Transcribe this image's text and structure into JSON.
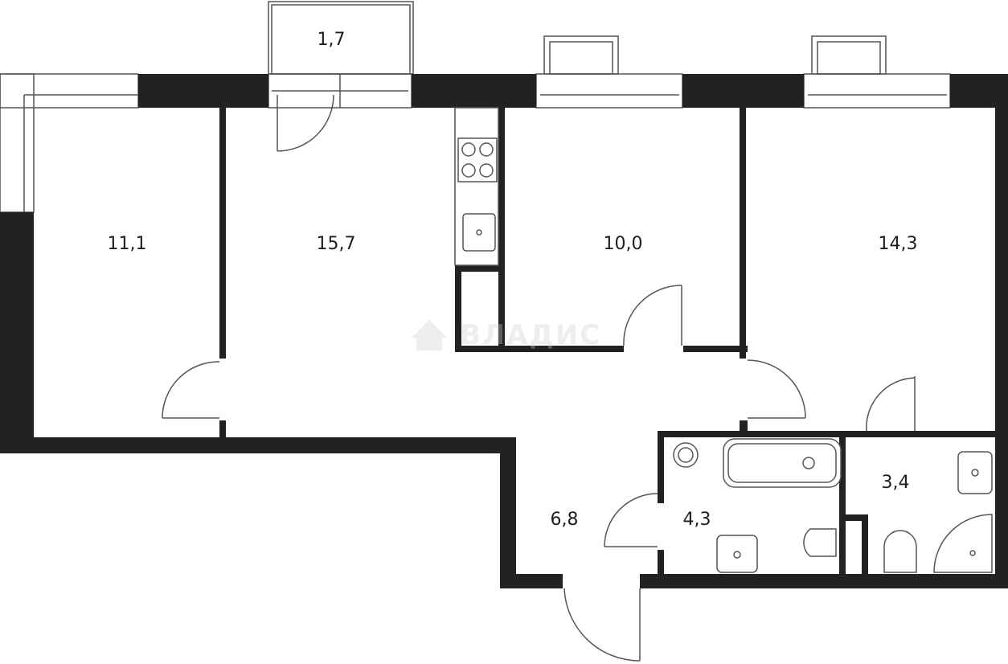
{
  "plan": {
    "wall_color": "#222222",
    "rooms": [
      {
        "id": "room-1",
        "area": "11,1"
      },
      {
        "id": "room-2",
        "area": "15,7"
      },
      {
        "id": "room-3",
        "area": "10,0"
      },
      {
        "id": "room-4",
        "area": "14,3"
      },
      {
        "id": "balcony",
        "area": "1,7"
      },
      {
        "id": "hall",
        "area": "6,8"
      },
      {
        "id": "bathroom",
        "area": "4,3"
      },
      {
        "id": "shower-room",
        "area": "3,4"
      }
    ],
    "watermark": "ВЛАДИС"
  }
}
